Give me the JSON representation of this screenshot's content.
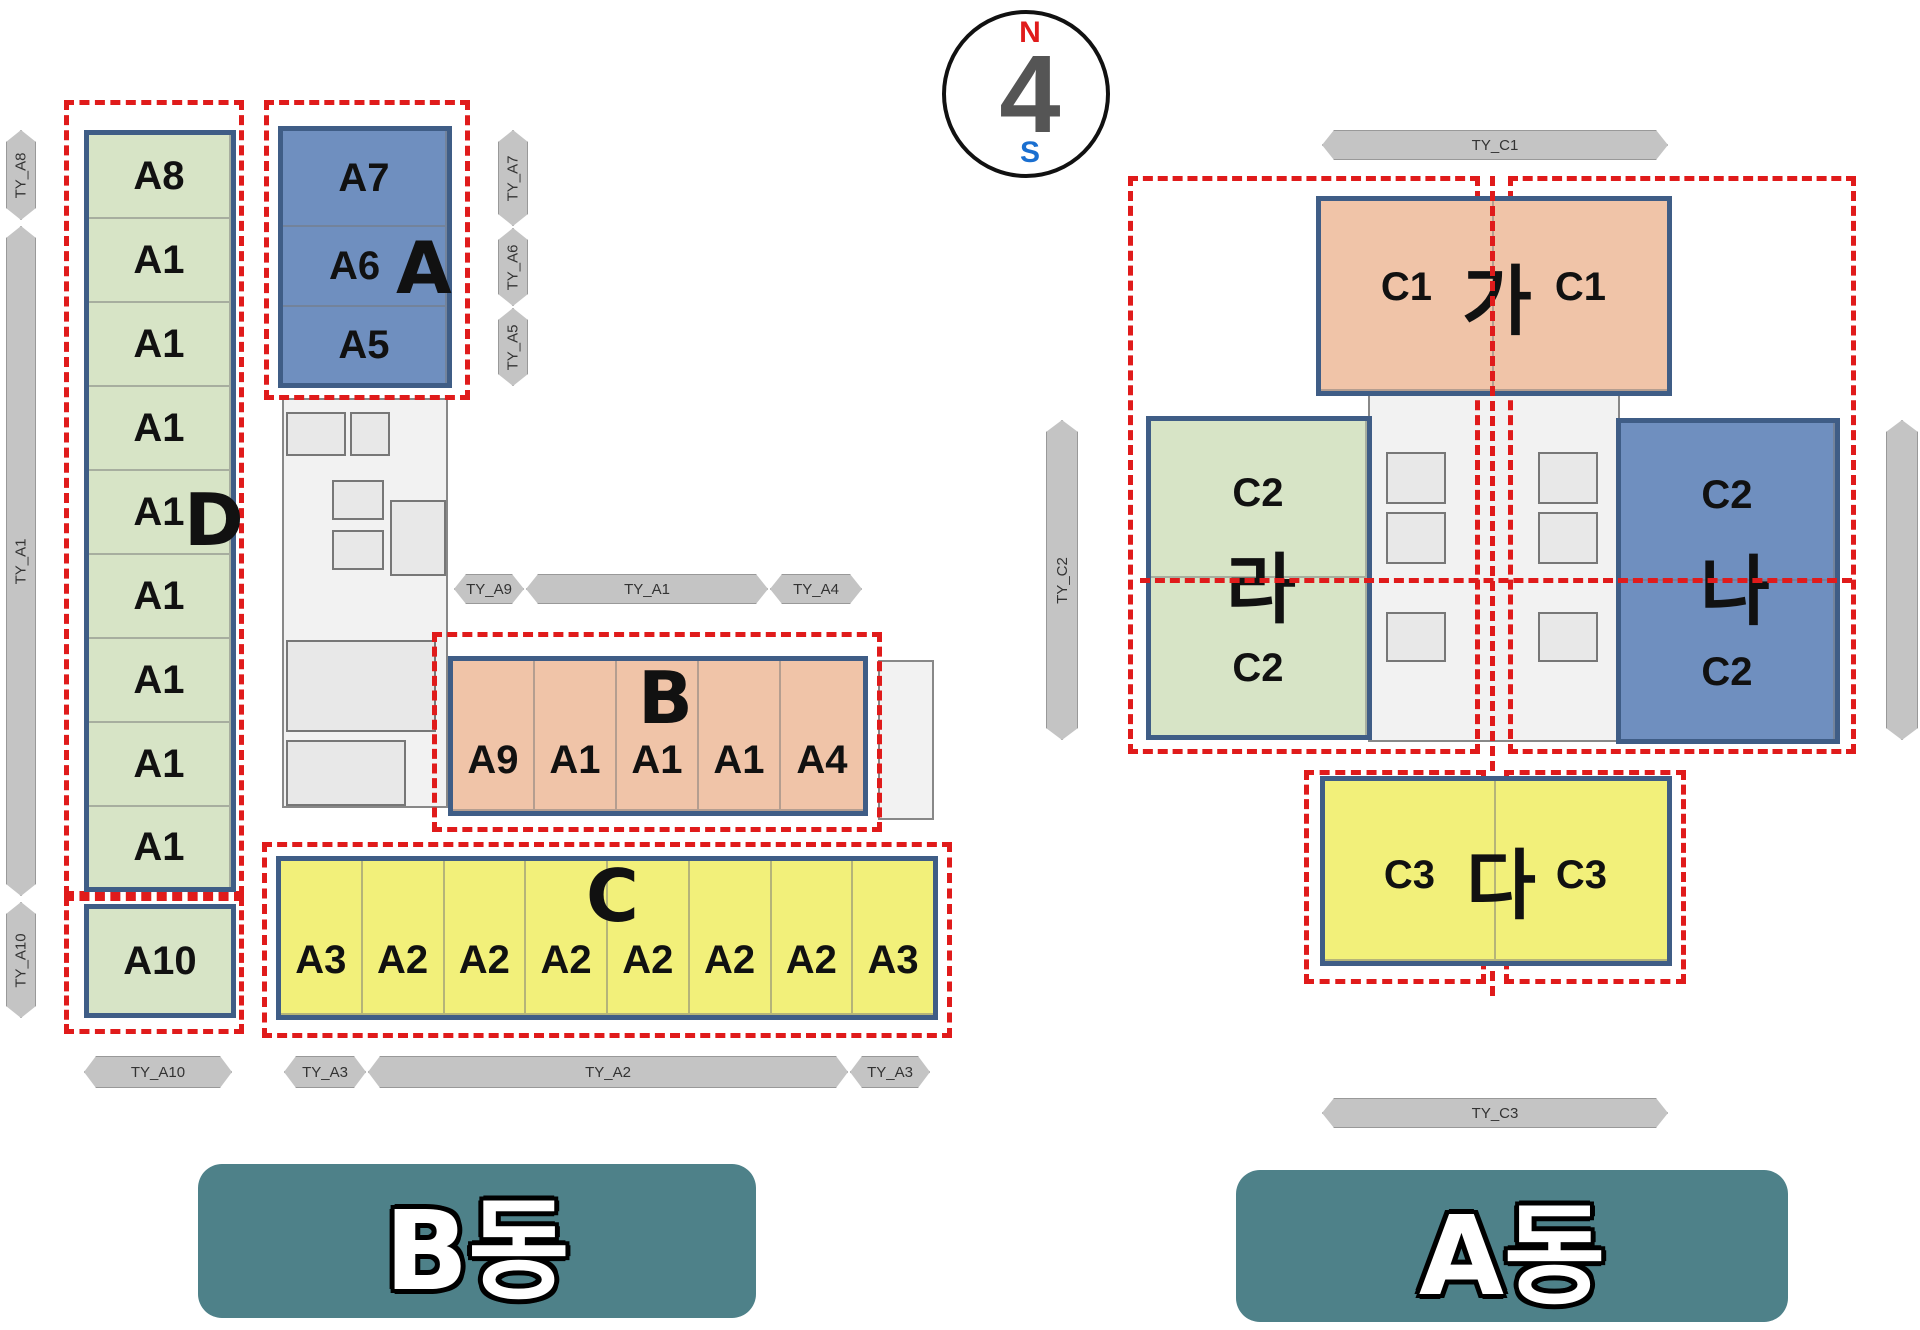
{
  "compass": {
    "north": "N",
    "south": "S",
    "floor": "4"
  },
  "building_b": {
    "label": "B동",
    "zones": {
      "a": "A",
      "b": "B",
      "c": "C",
      "d": "D"
    },
    "zone_a_units": [
      "A7",
      "A6",
      "A5"
    ],
    "zone_d_units": [
      "A8",
      "A1",
      "A1",
      "A1",
      "A1",
      "A1",
      "A1",
      "A1",
      "A1"
    ],
    "zone_d_bottom_unit": "A10",
    "zone_b_units": [
      "A9",
      "A1",
      "A1",
      "A1",
      "A4"
    ],
    "zone_c_units": [
      "A3",
      "A2",
      "A2",
      "A2",
      "A2",
      "A2",
      "A2",
      "A3"
    ],
    "type_tags": {
      "left": [
        "TY_A8",
        "TY_A1",
        "TY_A10"
      ],
      "right_top": [
        "TY_A7",
        "TY_A6",
        "TY_A5"
      ],
      "middle": [
        "TY_A9",
        "TY_A1",
        "TY_A4"
      ],
      "bottom": [
        "TY_A10",
        "TY_A3",
        "TY_A2",
        "TY_A3"
      ]
    }
  },
  "building_a": {
    "label": "A동",
    "zones": {
      "ga": "가",
      "na": "나",
      "da": "다",
      "ra": "라"
    },
    "units": {
      "top_left": "C1",
      "top_right": "C1",
      "left_top": "C2",
      "left_bottom": "C2",
      "right_top": "C2",
      "right_bottom": "C2",
      "bottom_left": "C3",
      "bottom_right": "C3"
    },
    "type_tags": {
      "top": "TY_C1",
      "left": "TY_C2",
      "bottom": "TY_C3"
    }
  },
  "colors": {
    "dashed_zone": "#e01b1b",
    "zone_a": "#6f8fbf",
    "zone_b": "#f0c4a8",
    "zone_c": "#f2f07a",
    "zone_d": "#d7e4c6",
    "label_bg": "#4e8189"
  }
}
